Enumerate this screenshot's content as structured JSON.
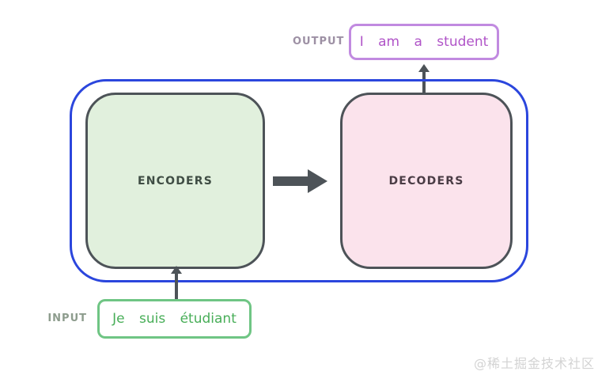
{
  "diagram": {
    "output": {
      "label": "OUTPUT",
      "sentence": "I am a student"
    },
    "input": {
      "label": "INPUT",
      "sentence": "Je suis étudiant"
    },
    "encoders": {
      "label": "ENCODERS"
    },
    "decoders": {
      "label": "DECODERS"
    },
    "colors": {
      "container_border": "#2b46dd",
      "box_border": "#4d5358",
      "arrow": "#4d5358",
      "encoders_fill": "#e1f0dd",
      "decoders_fill": "#fbe3ec",
      "output_pill_border": "#c18ae0",
      "output_text": "#b054c8",
      "input_pill_border": "#6fc584",
      "input_text": "#48ae58",
      "output_label_color": "#9d90a4",
      "input_label_color": "#8d9c8d"
    }
  },
  "watermark": {
    "text": "@稀土掘金技术社区"
  }
}
